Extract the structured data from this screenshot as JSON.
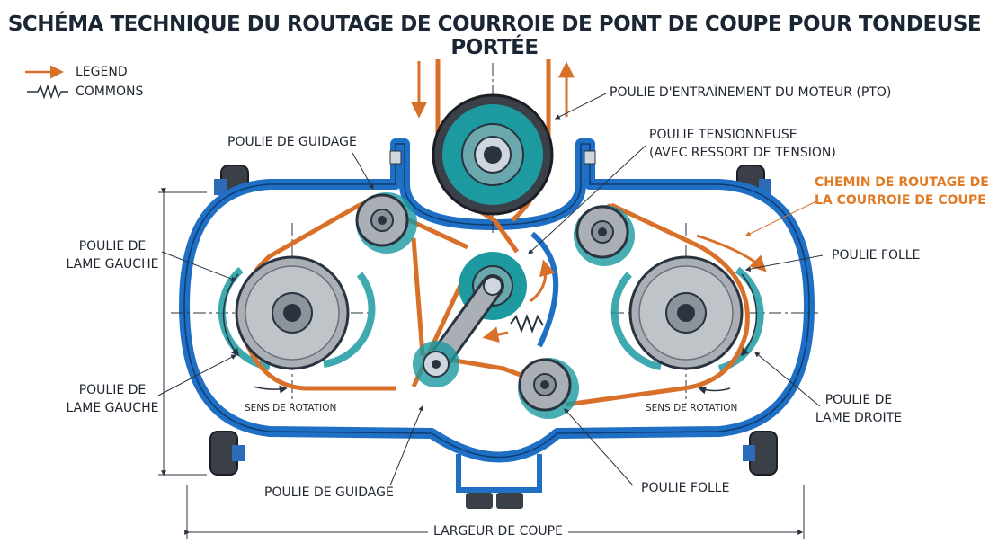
{
  "title": "SCHÉMA TECHNIQUE DU ROUTAGE DE COURROIE DE PONT DE COUPE POUR TONDEUSE PORTÉE",
  "legend": {
    "item1": "LEGEND",
    "item2": "COMMONS"
  },
  "labels": {
    "pto_pulley": "POULIE D'ENTRAÎNEMENT DU MOTEUR (PTO)",
    "tension_pulley_line1": "POULIE TENSIONNEUSE",
    "tension_pulley_line2": "(AVEC RESSORT DE TENSION)",
    "route_line1": "CHEMIN DE ROUTAGE DE",
    "route_line2": "LA COURROIE DE COUPE",
    "guide_pulley_top": "POULIE DE GUIDAGE",
    "left_blade_1_line1": "POULIE DE",
    "left_blade_1_line2": "LAME GAUCHE",
    "left_blade_2_line1": "POULIE DE",
    "left_blade_2_line2": "LAME GAUCHE",
    "idler_right": "POULIE FOLLE",
    "right_blade_line1": "POULIE DE",
    "right_blade_line2": "LAME DROITE",
    "rotation_left": "SENS DE ROTATION",
    "rotation_right": "SENS DE ROTATION",
    "guide_pulley_bottom": "POULIE DE GUIDAGE",
    "idler_bottom": "POULIE FOLLE",
    "cut_width": "LARGEUR DE COUPE"
  },
  "colors": {
    "deck_blue": "#1f6fc5",
    "belt_orange": "#d9702a",
    "pulley_teal": "#1c9aa0",
    "pulley_grey": "#a9afb5",
    "dark": "#2a3340"
  }
}
